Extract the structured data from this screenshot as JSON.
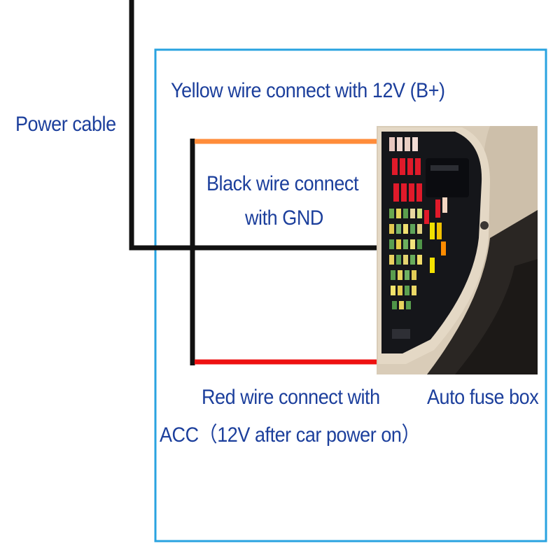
{
  "labels": {
    "power_cable": "Power cable",
    "yellow_wire": "Yellow wire connect with 12V  (B+)",
    "black_wire_line1": "Black wire connect",
    "black_wire_line2": "with GND",
    "red_wire_line1": "Red wire connect with",
    "red_wire_line2": "ACC（12V after car power on）",
    "fuse_box": "Auto fuse box"
  },
  "colors": {
    "label_text": "#1c3f9c",
    "frame": "#29a3e0",
    "yellow_wire": "#ff8c3a",
    "black_wire": "#111111",
    "red_wire": "#ee1111"
  },
  "icons": {
    "fuse_box_photo": "car-fuse-box-icon"
  }
}
